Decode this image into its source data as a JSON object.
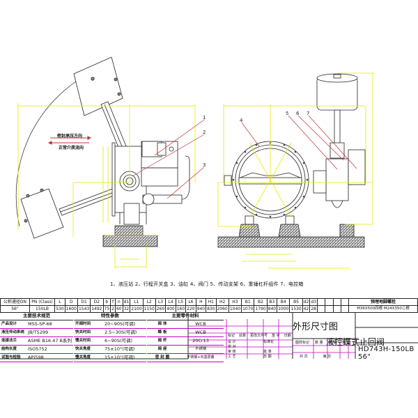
{
  "drawing": {
    "title": "外形尺寸图",
    "product_name": "液控蝶式止回阀",
    "model": "HD743H-150LB  56\"",
    "flow_labels": {
      "upper": "密封承压方向",
      "lower": "正常介质流向"
    },
    "balloons": [
      "1",
      "2",
      "3",
      "4",
      "5",
      "6",
      "7"
    ],
    "parts_legend": "1、液压站 2、行程开关盒 3、油缸 4、阀门 5、传动支架 6、重锤杠杆组件 7、电控箱"
  },
  "spec_table": {
    "headers": [
      "公称通径DN",
      "PN (Class)",
      "L",
      "D",
      "D1",
      "D2",
      "b",
      "f",
      "n",
      "d1",
      "L1",
      "L2",
      "L3",
      "L4",
      "L5",
      "L6",
      "H",
      "H1",
      "H2",
      "H3",
      "B1",
      "B2",
      "B3",
      "B4",
      "B5",
      "d2",
      "d3",
      "",
      "",
      "",
      "",
      ""
    ],
    "values": [
      "56\"",
      "150LB",
      "530",
      "1600",
      "1543",
      "1492",
      "75",
      "2",
      "60",
      "32",
      "2100",
      "1150",
      "260",
      "400",
      "160",
      "220",
      "940",
      "830",
      "2060",
      "1040",
      "1070",
      "1790",
      "840",
      "1000",
      "1530",
      "42",
      "28",
      "",
      "",
      "",
      "",
      ""
    ],
    "anchor_header": "预埋地脚螺栓",
    "anchor_values": "M36X500四根    M24X350二根"
  },
  "standards": {
    "header": "主要技术规范",
    "rows": [
      {
        "label": "产品设计",
        "value": "MSS-SP-68"
      },
      {
        "label": "液压传动系统",
        "value": "JB/T5299"
      },
      {
        "label": "连接法兰",
        "value": "ASME B16.47 B系列"
      },
      {
        "label": "结构长度",
        "value": "ISO5752"
      },
      {
        "label": "试验与检验",
        "value": "API598"
      },
      {
        "label": "",
        "value": ""
      }
    ]
  },
  "performance": {
    "header": "特性参数",
    "rows": [
      {
        "label": "开阀时间",
        "value": "20~90S(可调)"
      },
      {
        "label": "快关时间",
        "value": "2.5~30S(可调)"
      },
      {
        "label": "慢关时间",
        "value": "6~90S(可调)"
      },
      {
        "label": "快关角度",
        "value": "75±10°(可调)"
      },
      {
        "label": "慢关角度",
        "value": "15±10°(可调)"
      }
    ]
  },
  "materials": {
    "header": "主要零件材料",
    "rows": [
      {
        "label": "阀 体",
        "value": "WCB"
      },
      {
        "label": "蝶 板",
        "value": "WCB"
      },
      {
        "label": "阀 杆",
        "value": "20Cr13"
      },
      {
        "label": "阀 座",
        "value": "不锈钢"
      },
      {
        "label": "密 封 圈",
        "value": "不锈钢+石墨层叠"
      },
      {
        "label": "",
        "value": ""
      }
    ]
  },
  "title_block": {
    "rev_headers": [
      "标记",
      "处数",
      "更改文件号",
      "签 字",
      "日期"
    ],
    "sign_rows": [
      {
        "role": "设 计",
        "right": "标准化"
      },
      {
        "role": "校 对",
        "right": ""
      },
      {
        "role": "审 核",
        "right": "批 准"
      },
      {
        "role": "工 艺",
        "right": "日 期"
      }
    ],
    "stage_headers": [
      "图样标记",
      "数 量",
      "重 量",
      "比 例"
    ],
    "sheet": {
      "total": "共    页",
      "current": "第    页"
    }
  },
  "colors": {
    "dimension": "#e8e800",
    "leader": "#c03030",
    "grid": "#c000c0",
    "line": "#222222",
    "ground": "#555555"
  }
}
